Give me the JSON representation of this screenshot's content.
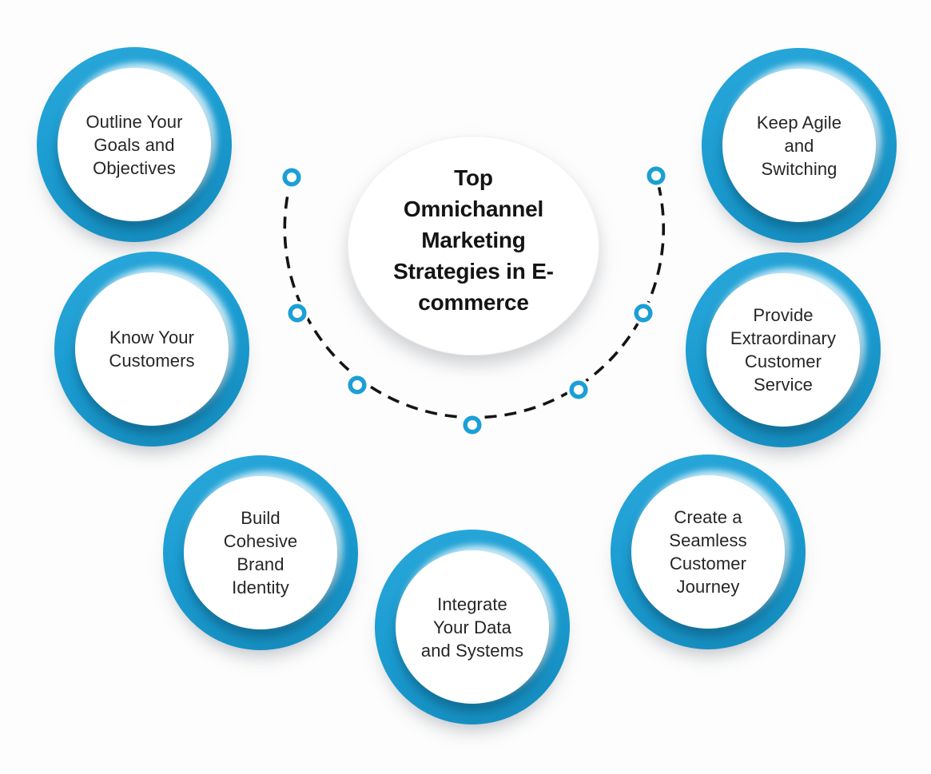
{
  "center": {
    "title": "Top\nOmnichannel\nMarketing\nStrategies in E-\ncommerce"
  },
  "strategies": [
    {
      "label": "Outline Your\nGoals and\nObjectives"
    },
    {
      "label": "Know Your\nCustomers"
    },
    {
      "label": "Build\nCohesive\nBrand\nIdentity"
    },
    {
      "label": "Integrate\nYour Data\nand Systems"
    },
    {
      "label": "Create a\nSeamless\nCustomer\nJourney"
    },
    {
      "label": "Provide\nExtraordinary\nCustomer\nService"
    },
    {
      "label": "Keep Agile\nand\nSwitching"
    }
  ],
  "colors": {
    "accent_blue": "#1b9cd1",
    "dot_blue": "#1b9fd6",
    "dash_black": "#141414",
    "text_dark": "#262626",
    "title_black": "#141414",
    "background": "#fdfdfd",
    "circle_white": "#ffffff"
  }
}
